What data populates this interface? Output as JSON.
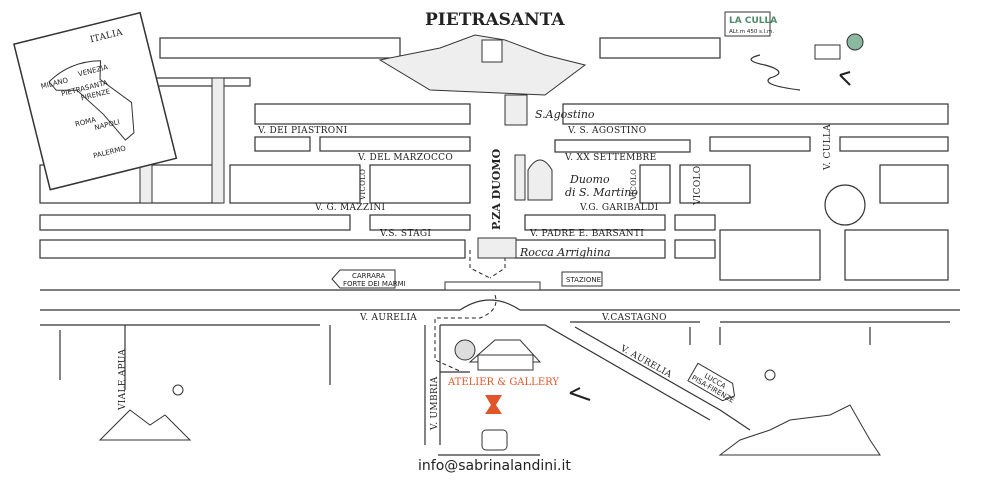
{
  "title": "PIETRASANTA",
  "inset_map": {
    "title": "ITALIA",
    "cities": [
      "MILANO",
      "VENEZIA",
      "PIETRASANTA",
      "FIRENZE",
      "ROMA",
      "NAPOLI",
      "PALERMO"
    ]
  },
  "la_culla_sign": {
    "name": "LA CULLA",
    "altitude": "ALt.m 450 s.l.m."
  },
  "streets": {
    "dei_piastroni": "V. DEI PIASTRONI",
    "s_agostino": "V. S. AGOSTINO",
    "del_marzocco": "V. DEL MARZOCCO",
    "xx_settembre": "V. XX SETTEMBRE",
    "vicolo_left": "VICOLO",
    "vicolo_mid": "VICOLO",
    "vicolo_right": "VICOLO",
    "mazzini": "V. G. MAZZINI",
    "garibaldi": "V.G. GARIBALDI",
    "s_stagi": "V.S. STAGI",
    "barsanti": "V. PADRE E. BARSANTI",
    "piazza_duomo": "P.ZA DUOMO",
    "culla": "V. CULLA",
    "aurelia_left": "V. AURELIA",
    "castagno": "V.CASTAGNO",
    "aurelia_diag": "V. AURELIA",
    "viale_apua": "VIALE APUA",
    "umbria": "V. UMBRIA"
  },
  "landmarks": {
    "s_agostino": "S.Agostino",
    "duomo_line1": "Duomo",
    "duomo_line2": "di S. Martino",
    "rocca": "Rocca Arrighina"
  },
  "signs": {
    "carrara_line1": "CARRARA",
    "carrara_line2": "FORTE DEI MARMI",
    "stazione": "STAZIONE",
    "lucca_line1": "LUCCA",
    "lucca_line2": "PISA-FIRENZE"
  },
  "atelier": "ATELIER & GALLERY",
  "email": "info@sabrinalandini.it",
  "colors": {
    "accent": "#e0552a",
    "sign_green": "#4f8a6a"
  }
}
